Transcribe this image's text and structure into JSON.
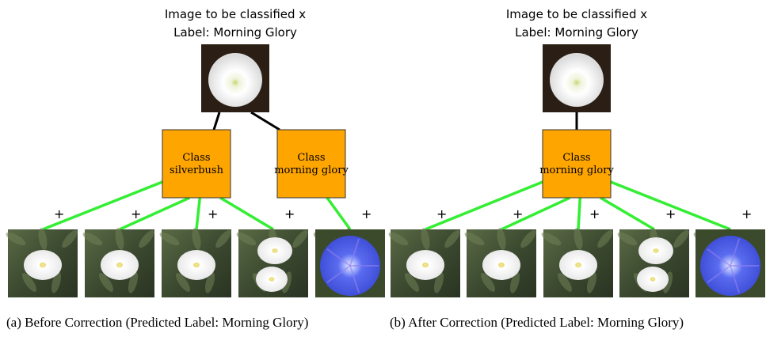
{
  "colors": {
    "node_fill": "#FFA500",
    "positive_edge": "#33EE33",
    "parent_edge": "#000000"
  },
  "panels": [
    {
      "query": {
        "title_line1": "Image to be classified x",
        "title_line2": "Label: Morning Glory"
      },
      "nodes": [
        {
          "line1": "Class",
          "line2": "silverbush"
        },
        {
          "line1": "Class",
          "line2": "morning glory"
        }
      ],
      "examples": [
        {
          "label": "+",
          "node": 0,
          "flower": "white"
        },
        {
          "label": "+",
          "node": 0,
          "flower": "white"
        },
        {
          "label": "+",
          "node": 0,
          "flower": "white"
        },
        {
          "label": "+",
          "node": 0,
          "flower": "white-pair"
        },
        {
          "label": "+",
          "node": 1,
          "flower": "blue"
        }
      ],
      "caption": "(a) Before Correction (Predicted Label: Morning Glory)"
    },
    {
      "query": {
        "title_line1": "Image to be classified x",
        "title_line2": "Label: Morning Glory"
      },
      "nodes": [
        {
          "line1": "Class",
          "line2": "morning glory"
        }
      ],
      "examples": [
        {
          "label": "+",
          "node": 0,
          "flower": "white"
        },
        {
          "label": "+",
          "node": 0,
          "flower": "white"
        },
        {
          "label": "+",
          "node": 0,
          "flower": "white"
        },
        {
          "label": "+",
          "node": 0,
          "flower": "white-pair"
        },
        {
          "label": "+",
          "node": 0,
          "flower": "blue"
        }
      ],
      "caption": "(b) After Correction (Predicted Label: Morning Glory)"
    }
  ]
}
